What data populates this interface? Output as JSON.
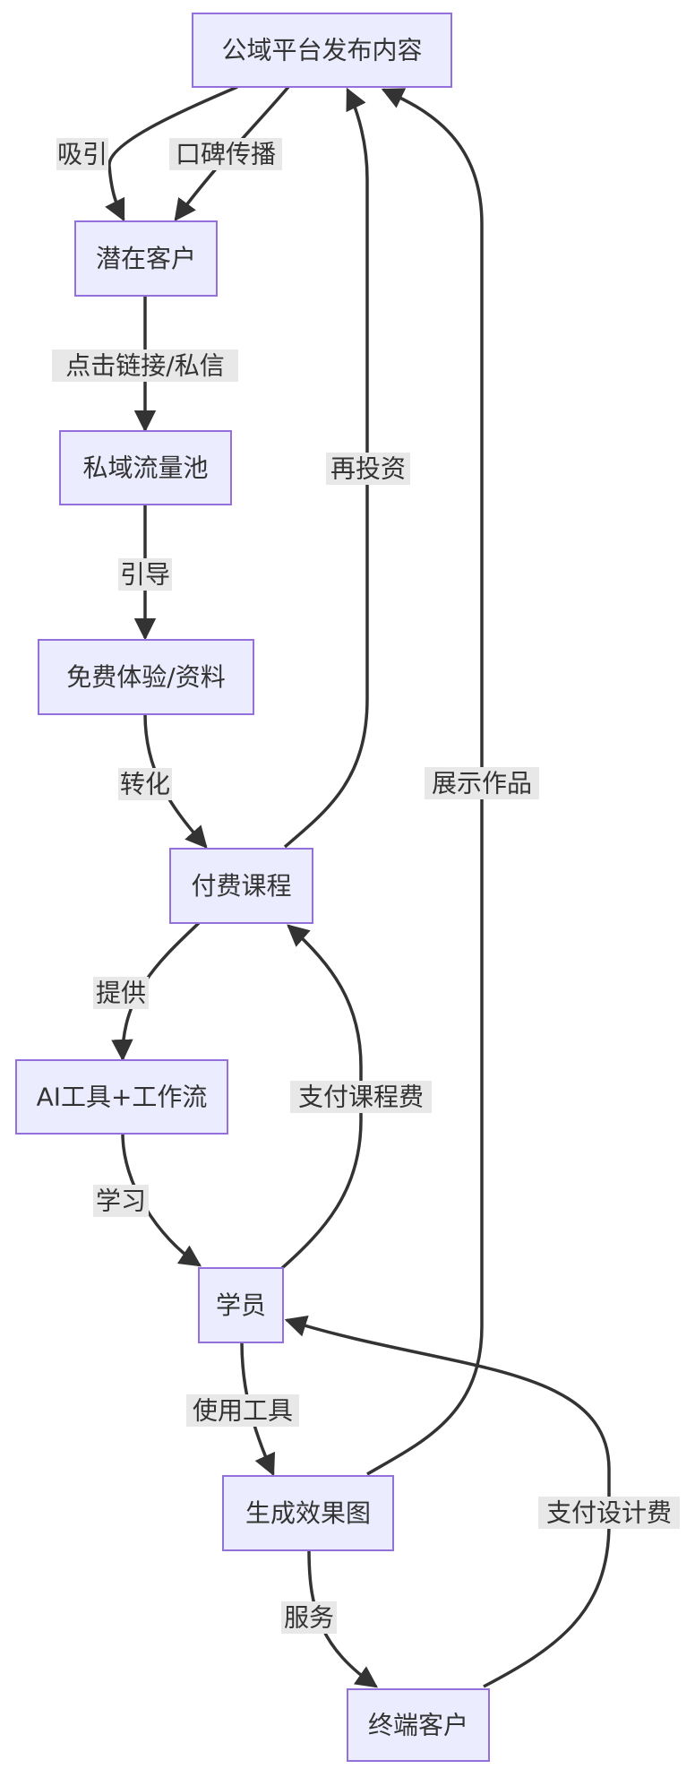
{
  "nodes": {
    "public_platform": "公域平台发布内容",
    "potential_customers": "潜在客户",
    "private_pool": "私域流量池",
    "free_trial": "免费体验/资料",
    "paid_course": "付费课程",
    "ai_tools": "AI工具+工作流",
    "students": "学员",
    "renderings": "生成效果图",
    "end_customers": "终端客户"
  },
  "edges": {
    "attract": "吸引",
    "word_of_mouth": "口碑传播",
    "click_link": "点击链接/私信",
    "guide": "引导",
    "convert": "转化",
    "reinvest": "再投资",
    "showcase": "展示作品",
    "provide": "提供",
    "pay_course_fee": "支付课程费",
    "learn": "学习",
    "use_tools": "使用工具",
    "serve": "服务",
    "pay_design_fee": "支付设计费"
  }
}
